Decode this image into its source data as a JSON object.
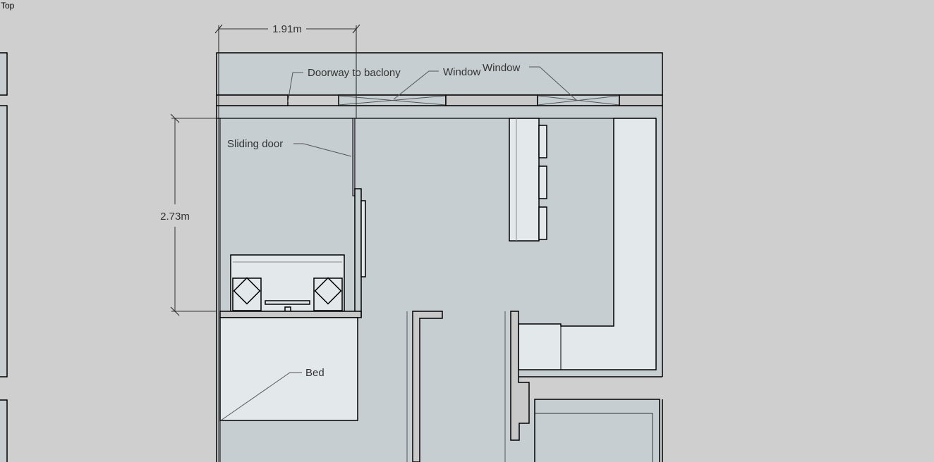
{
  "viewport": {
    "view_name": "Top"
  },
  "dimensions": {
    "width_label": "1.91m",
    "height_label": "2.73m"
  },
  "annotations": {
    "doorway": "Doorway to baclony",
    "window_1": "Window",
    "window_2": "Window",
    "sliding_door": "Sliding door",
    "bed": "Bed"
  },
  "colors": {
    "background": "#cfcfcf",
    "floor": "#c6ced2",
    "furniture": "#e3e8eb"
  }
}
